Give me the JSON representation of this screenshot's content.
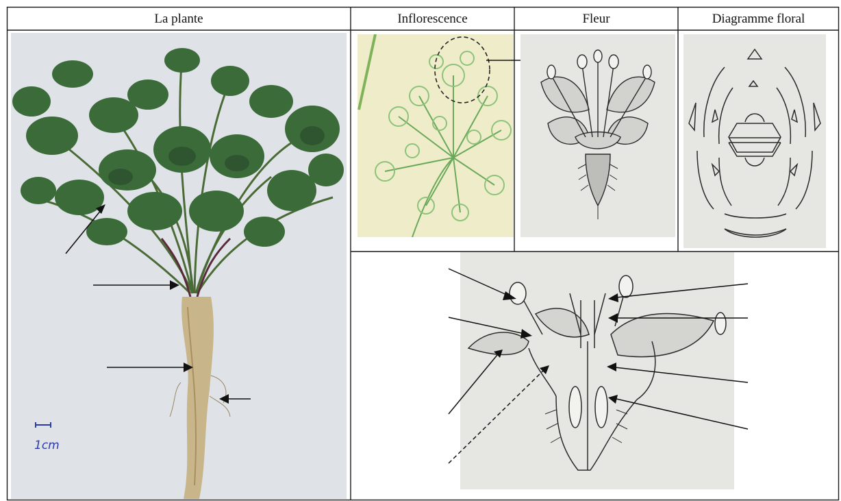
{
  "table": {
    "headers": {
      "plant": "La plante",
      "inflorescence": "Inflorescence",
      "flower": "Fleur",
      "diagram": "Diagramme floral"
    }
  },
  "scale_label": "1cm",
  "colors": {
    "border": "#1a1a1a",
    "plant_bg": "#dfe3e8",
    "leaf": "#3c6b3a",
    "root": "#c8b58a",
    "inflorescence_bg": "#efedc9",
    "sketch_bg": "#e6e6e3",
    "ink": "#2a2a2a"
  }
}
